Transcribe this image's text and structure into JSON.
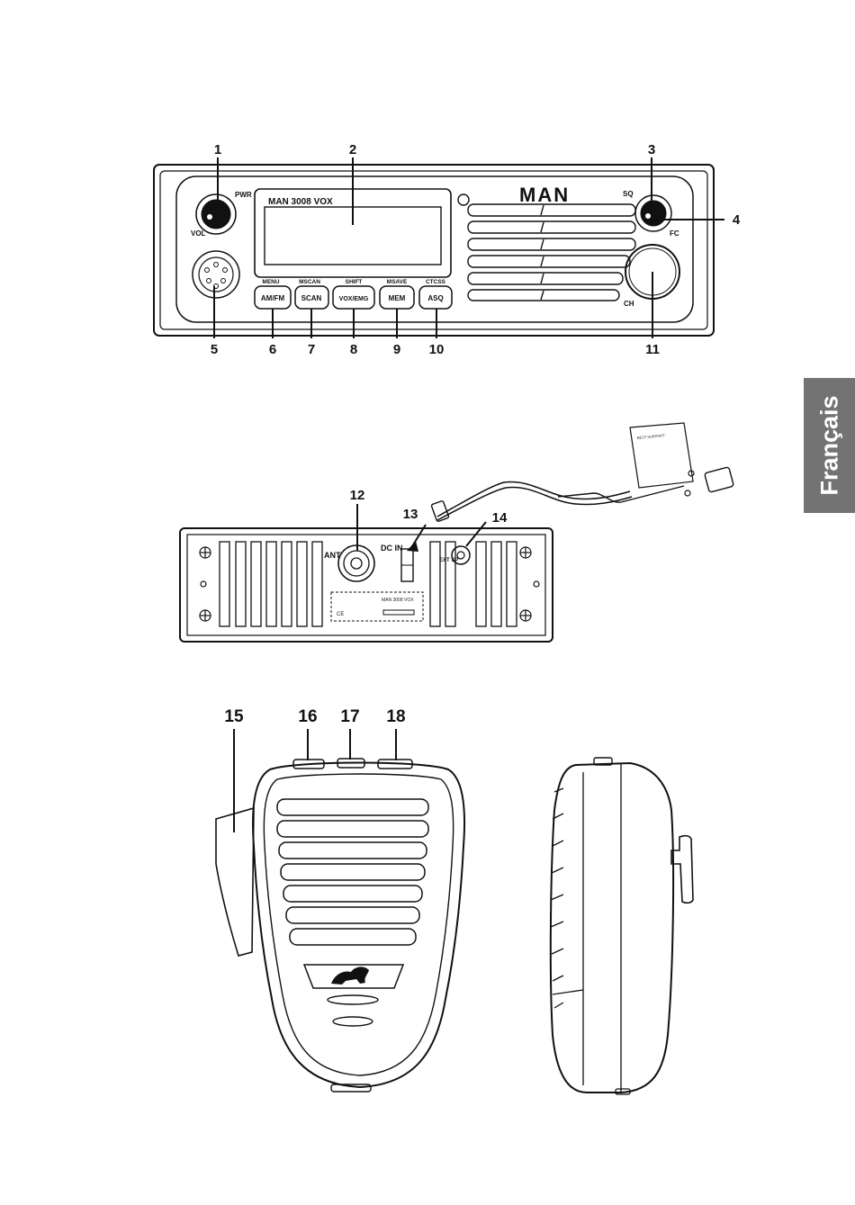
{
  "language_tab": "Français",
  "front_panel": {
    "model_label": "MAN 3008 VOX",
    "brand": "MAN",
    "knob_labels": {
      "pwr": "PWR",
      "vol": "VOL",
      "sq": "SQ",
      "fc": "FC",
      "ch": "CH"
    },
    "buttons": [
      {
        "label": "AM/FM",
        "secondary": "MENU"
      },
      {
        "label": "SCAN",
        "secondary": "MSCAN"
      },
      {
        "label": "VOX/EMG",
        "secondary": "SHIFT"
      },
      {
        "label": "MEM",
        "secondary": "MSAVE"
      },
      {
        "label": "ASQ",
        "secondary": "CTCSS"
      }
    ]
  },
  "rear_panel": {
    "ant_label": "ANT",
    "dc_in_label": "DC IN",
    "ext_sp_label": "EXT SP",
    "sticker_model": "MAN 3008 VOX",
    "sticker_ce": "CE",
    "fuse_tag": "BEST SUPPORT"
  },
  "callouts": [
    "1",
    "2",
    "3",
    "4",
    "5",
    "6",
    "7",
    "8",
    "9",
    "10",
    "11",
    "12",
    "13",
    "14",
    "15",
    "16",
    "17",
    "18"
  ]
}
